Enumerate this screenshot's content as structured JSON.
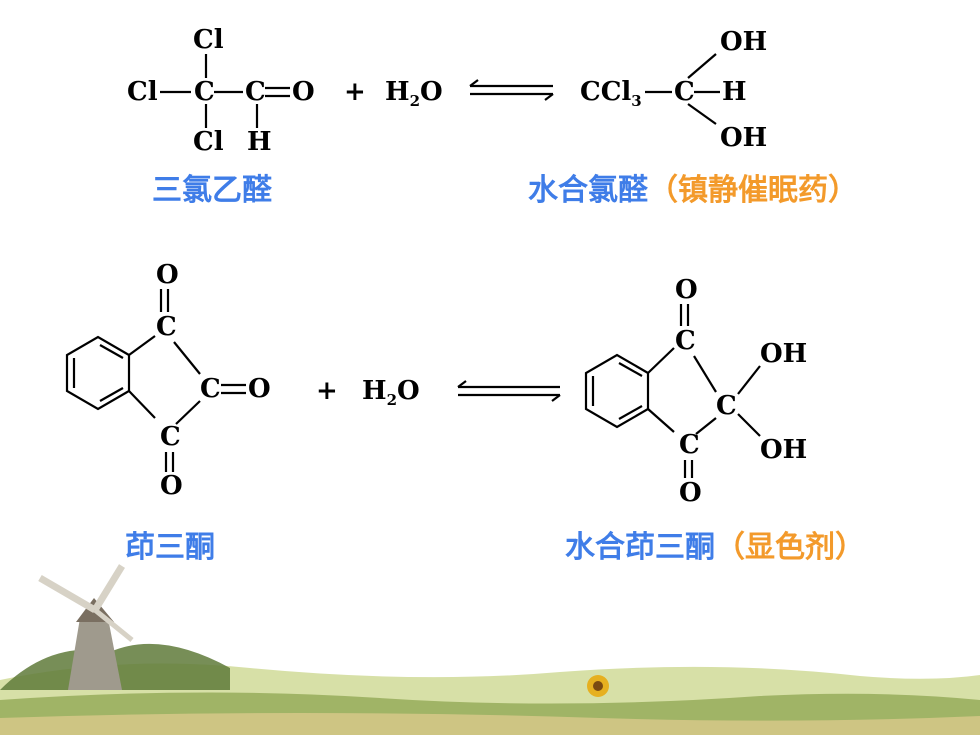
{
  "reaction1": {
    "reactant": {
      "top_cl": "Cl",
      "left_cl": "Cl",
      "center_c": "C",
      "aldehyde_c": "C",
      "oxygen": "O",
      "bottom_cl": "Cl",
      "hydrogen": "H"
    },
    "plus": "+",
    "water": {
      "h": "H",
      "sub": "2",
      "o": "O"
    },
    "product": {
      "ccl3": {
        "main": "CCl",
        "sub": "3"
      },
      "c": "C",
      "h": "H",
      "oh_top": "OH",
      "oh_bottom": "OH"
    },
    "reactant_name": "三氯乙醛",
    "product_name": "水合氯醛",
    "product_note": "（镇静催眠药）"
  },
  "reaction2": {
    "reactant": {
      "top_o": "O",
      "top_c": "C",
      "mid_c": "C",
      "mid_o": "O",
      "bottom_c": "C",
      "bottom_o": "O"
    },
    "plus": "+",
    "water": {
      "h": "H",
      "sub": "2",
      "o": "O"
    },
    "product": {
      "top_o": "O",
      "top_c": "C",
      "mid_c": "C",
      "oh_top": "OH",
      "oh_bottom": "OH",
      "bottom_c": "C",
      "bottom_o": "O"
    },
    "reactant_name": "茚三酮",
    "product_name": "水合茚三酮",
    "product_note": "（显色剂）"
  },
  "colors": {
    "name_blue": "#3f7de8",
    "note_orange": "#f39a2b"
  }
}
